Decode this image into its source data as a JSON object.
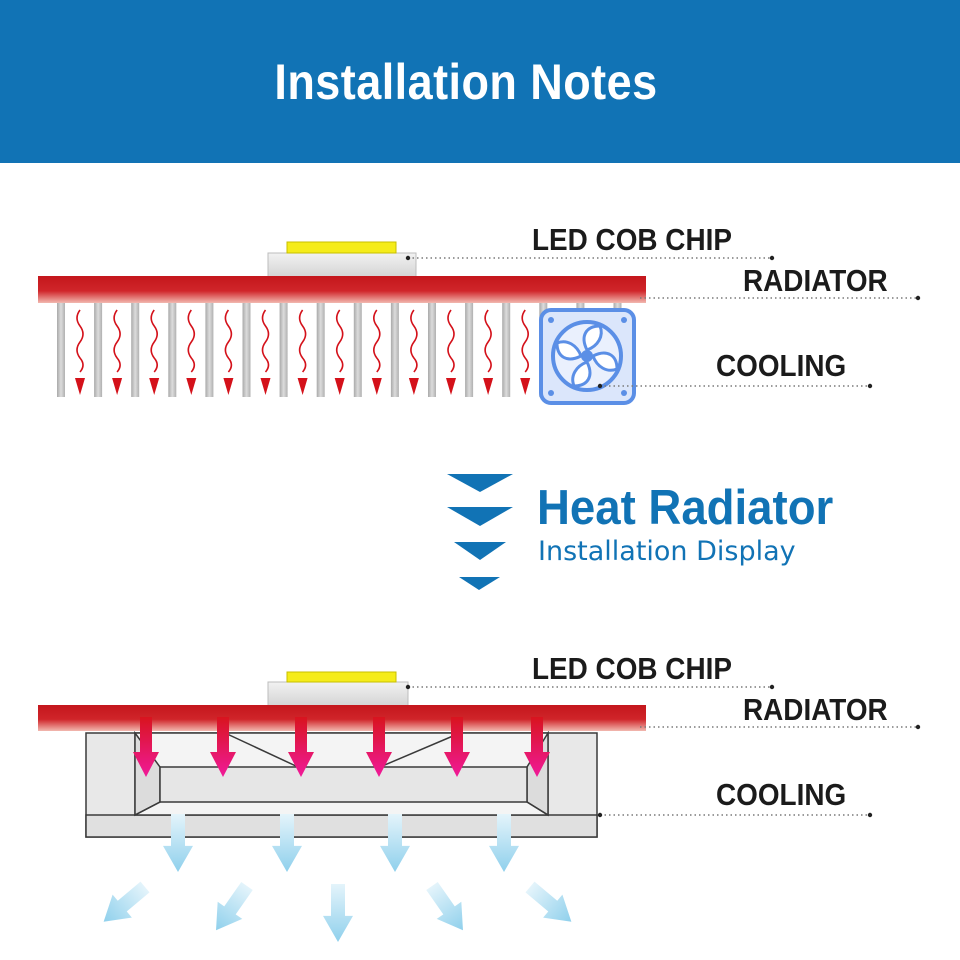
{
  "header": {
    "title": "Installation Notes"
  },
  "top_diagram": {
    "chip_label": "LED COB CHIP",
    "radiator_label": "RADIATOR",
    "cooling_label": "COOLING",
    "fan_icon": "fan-icon"
  },
  "middle": {
    "title": "Heat Radiator",
    "subtitle": "Installation Display"
  },
  "bottom_diagram": {
    "chip_label": "LED COB CHIP",
    "radiator_label": "RADIATOR",
    "cooling_label": "COOLING"
  },
  "colors": {
    "banner": "#1173b5",
    "radiator_red": "#c4161c",
    "heat_arrow": "#d4111a",
    "pink_arrow": "#e8127c",
    "chip_yellow": "#f5ec1a",
    "fan_blue": "#5b8fe6",
    "cool_air": "#9fd6ef"
  }
}
